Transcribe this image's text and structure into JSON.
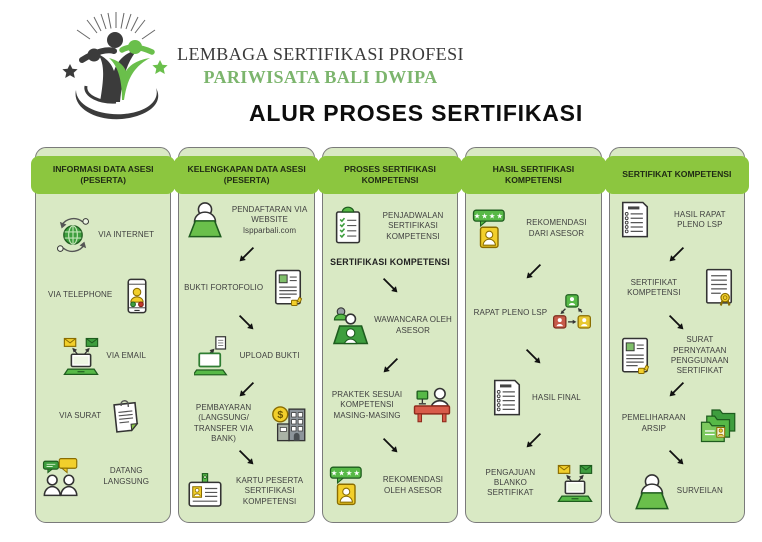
{
  "branding": {
    "logo": "people-stars-logo",
    "org_line1": "LEMBAGA SERTIFIKASI PROFESI",
    "org_line2": "PARIWISATA BALI DWIPA"
  },
  "title": "ALUR PROSES SERTIFIKASI",
  "colors": {
    "header_band_green": "#8cc63f",
    "panel_green": "#d9e9c4",
    "brand_green": "#7cb56d",
    "icon_green": "#57b947",
    "icon_yellow": "#f2cf2b",
    "icon_red": "#cf5b49",
    "text_dark": "#3f3f3f"
  },
  "columns": [
    {
      "header": "INFORMASI DATA ASESI (PESERTA)",
      "steps": [
        {
          "label": "VIA INTERNET",
          "icon": "globe-sync-icon"
        },
        {
          "label": "VIA TELEPHONE",
          "icon": "smartphone-call-icon"
        },
        {
          "label": "VIA EMAIL",
          "icon": "laptop-email-icon"
        },
        {
          "label": "VIA SURAT",
          "icon": "letter-icon"
        },
        {
          "label": "DATANG LANGSUNG",
          "icon": "visitors-chat-icon"
        }
      ]
    },
    {
      "header": "KELENGKAPAN DATA ASESI (PESERTA)",
      "steps": [
        {
          "label": "PENDAFTARAN VIA WEBSITE lspparbali.com",
          "icon": "person-desk-icon"
        },
        {
          "label": "BUKTI FORTOFOLIO",
          "icon": "document-photo-thumb-icon"
        },
        {
          "label": "UPLOAD BUKTI",
          "icon": "laptop-upload-icon"
        },
        {
          "label": "PEMBAYARAN (LANGSUNG/ TRANSFER VIA BANK)",
          "icon": "bank-payment-icon"
        },
        {
          "label": "KARTU PESERTA SERTIFIKASI KOMPETENSI",
          "icon": "id-card-icon"
        }
      ]
    },
    {
      "header": "PROSES SERTIFIKASI KOMPETENSI",
      "subheader": "SERTIFIKASI  KOMPETENSI",
      "steps": [
        {
          "label": "PENJADWALAN SERTIFIKASI KOMPETENSI",
          "icon": "clipboard-checklist-icon"
        },
        {
          "label": "WAWANCARA OLEH ASESOR",
          "icon": "interview-icon"
        },
        {
          "label": "PRAKTEK SESUAI KOMPETENSI MASING-MASING",
          "icon": "practice-desk-icon"
        },
        {
          "label": "REKOMENDASI OLEH ASESOR",
          "icon": "recommendation-badge-icon"
        }
      ]
    },
    {
      "header": "HASIL SERTIFIKASI KOMPETENSI",
      "steps": [
        {
          "label": "REKOMENDASI DARI ASESOR",
          "icon": "recommendation-badge-icon"
        },
        {
          "label": "RAPAT PLENO  LSP",
          "icon": "pleno-meeting-icon"
        },
        {
          "label": "HASIL FINAL",
          "icon": "list-document-icon"
        },
        {
          "label": "PENGAJUAN BLANKO SERTIFIKAT",
          "icon": "laptop-email-icon"
        }
      ]
    },
    {
      "header": "SERTIFIKAT KOMPETENSI",
      "steps": [
        {
          "label": "HASIL RAPAT PLENO  LSP",
          "icon": "list-document-icon"
        },
        {
          "label": "SERTIFIKAT KOMPETENSI",
          "icon": "certificate-icon"
        },
        {
          "label": "SURAT PERNYATAAN PENGGUNAAN SERTIFIKAT",
          "icon": "document-photo-thumb-icon"
        },
        {
          "label": "PEMELIHARAAN ARSIP",
          "icon": "folders-archive-icon"
        },
        {
          "label": "SURVEILAN",
          "icon": "person-desk-icon"
        }
      ]
    }
  ]
}
